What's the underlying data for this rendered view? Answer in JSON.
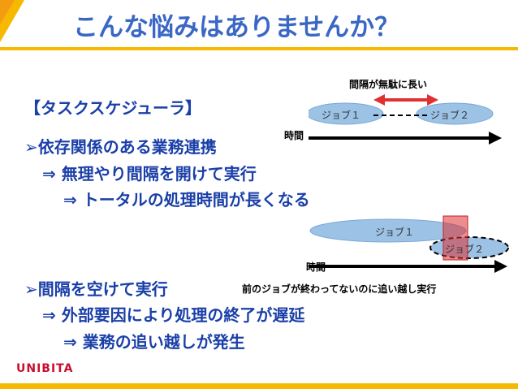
{
  "title": "こんな悩みはありませんか？",
  "section": "【タスクスケジューラ】",
  "bullets": [
    {
      "head": "➢依存関係のある業務連携",
      "sub1": "⇒ 無理やり間隔を開けて実行",
      "sub2": "⇒ トータルの処理時間が長くなる"
    },
    {
      "head": "➢間隔を空けて実行",
      "sub1": "⇒ 外部要因により処理の終了が遅延",
      "sub2": "⇒ 業務の追い越しが発生"
    }
  ],
  "diagram1": {
    "caption": "間隔が無駄に長い",
    "job1": "ジョブ１",
    "job2": "ジョブ２",
    "axis_label": "時間"
  },
  "diagram2": {
    "job1": "ジョブ１",
    "job2": "ジョブ２",
    "axis_label": "時間",
    "caption": "前のジョブが終わってないのに追い越し実行"
  },
  "logo": "UNIBITA",
  "colors": {
    "accent": "#f6b800",
    "title": "#3a67c5",
    "text": "#1a3fa8",
    "job": "#9cc3e6",
    "highlight": "#e03030"
  }
}
